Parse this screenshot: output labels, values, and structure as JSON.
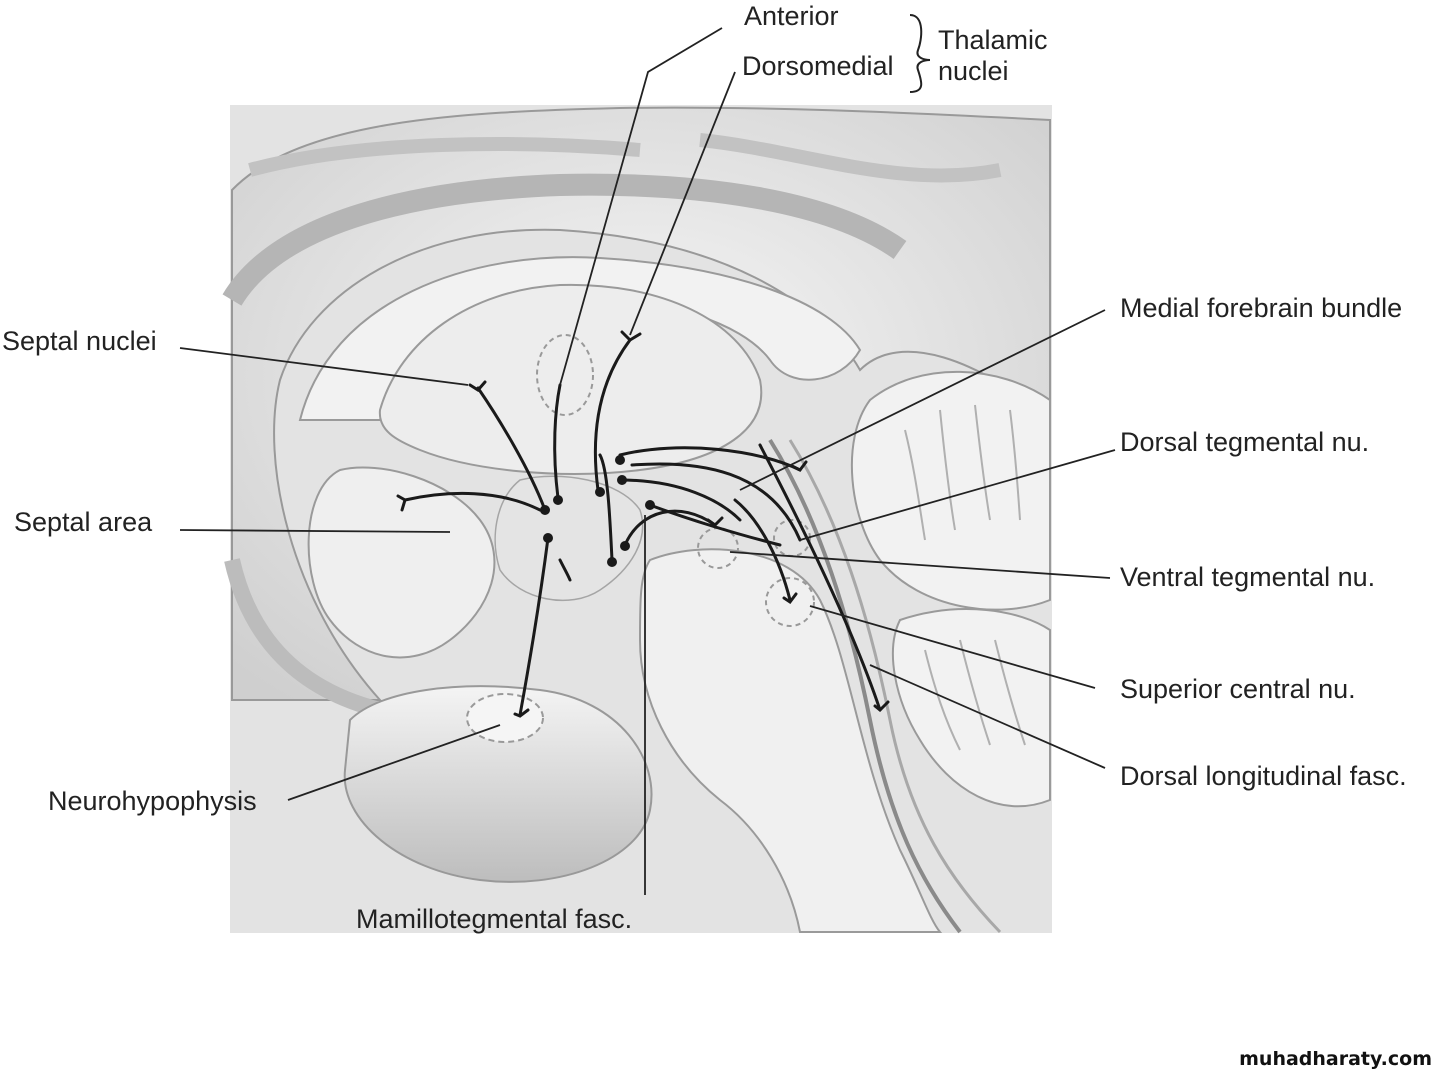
{
  "labels": {
    "anterior": "Anterior",
    "dorsomedial": "Dorsomedial",
    "thalamic_nuclei": "Thalamic",
    "thalamic_nuclei_2": "nuclei",
    "septal_nuclei": "Septal nuclei",
    "septal_area": "Septal area",
    "neurohypophysis": "Neurohypophysis",
    "mamillotegmental": "Mamillotegmental fasc.",
    "medial_forebrain_bundle": "Medial forebrain bundle",
    "dorsal_tegmental": "Dorsal tegmental nu.",
    "ventral_tegmental": "Ventral tegmental nu.",
    "superior_central": "Superior central nu.",
    "dorsal_longitudinal": "Dorsal longitudinal fasc."
  },
  "watermark": "muhadharaty.com"
}
